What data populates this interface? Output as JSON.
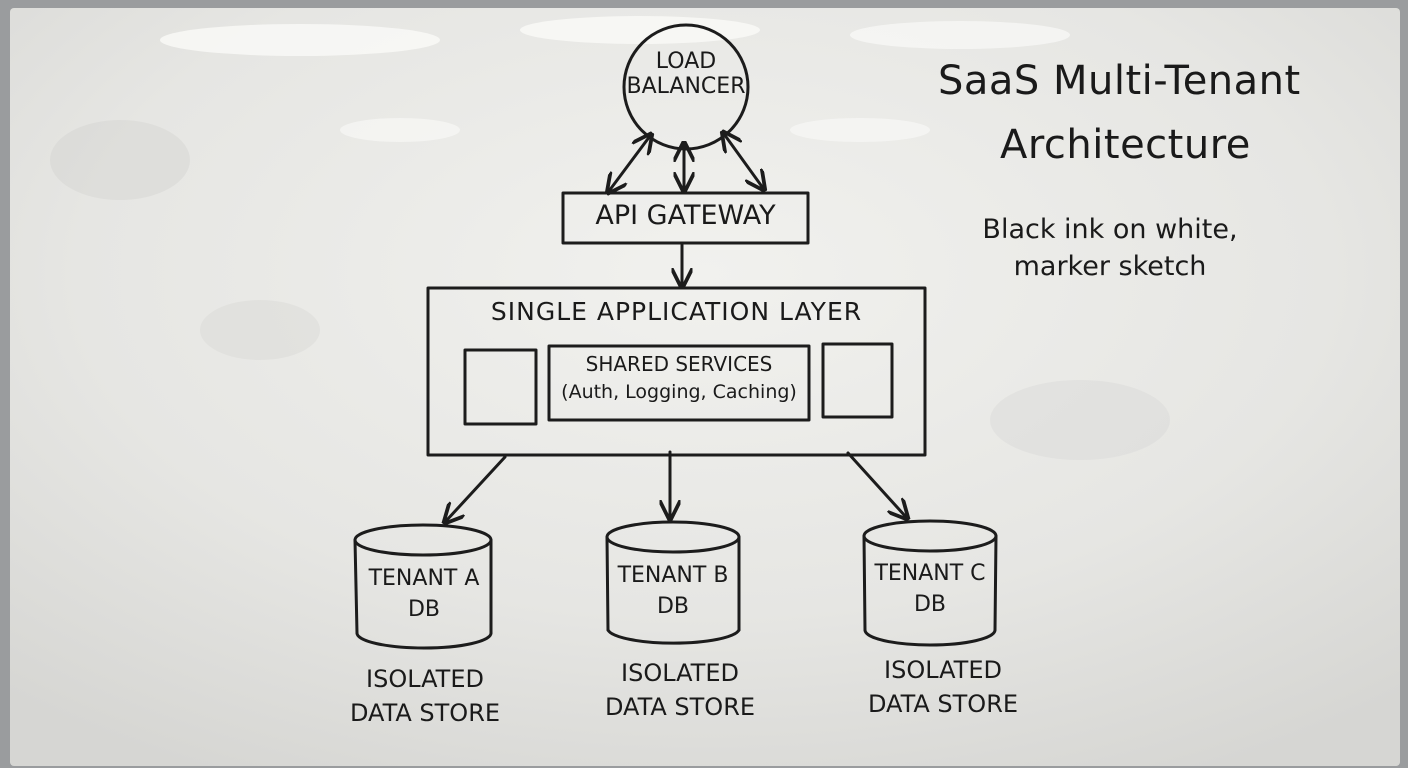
{
  "title": {
    "line1": "SaaS Multi-Tenant",
    "line2": "Architecture"
  },
  "note": {
    "line1": "Black ink on white,",
    "line2": "marker sketch"
  },
  "load_balancer": {
    "line1": "LOAD",
    "line2": "BALANCER"
  },
  "api_gateway": {
    "label": "API GATEWAY"
  },
  "app_layer": {
    "label": "SINGLE APPLICATION LAYER",
    "shared_services": {
      "line1": "SHARED SERVICES",
      "line2": "(Auth, Logging, Caching)"
    }
  },
  "tenants": [
    {
      "line1": "TENANT A",
      "line2": "DB",
      "caption1": "ISOLATED",
      "caption2": "DATA STORE"
    },
    {
      "line1": "TENANT B",
      "line2": "DB",
      "caption1": "ISOLATED",
      "caption2": "DATA STORE"
    },
    {
      "line1": "TENANT C",
      "line2": "DB",
      "caption1": "ISOLATED",
      "caption2": "DATA STORE"
    }
  ]
}
